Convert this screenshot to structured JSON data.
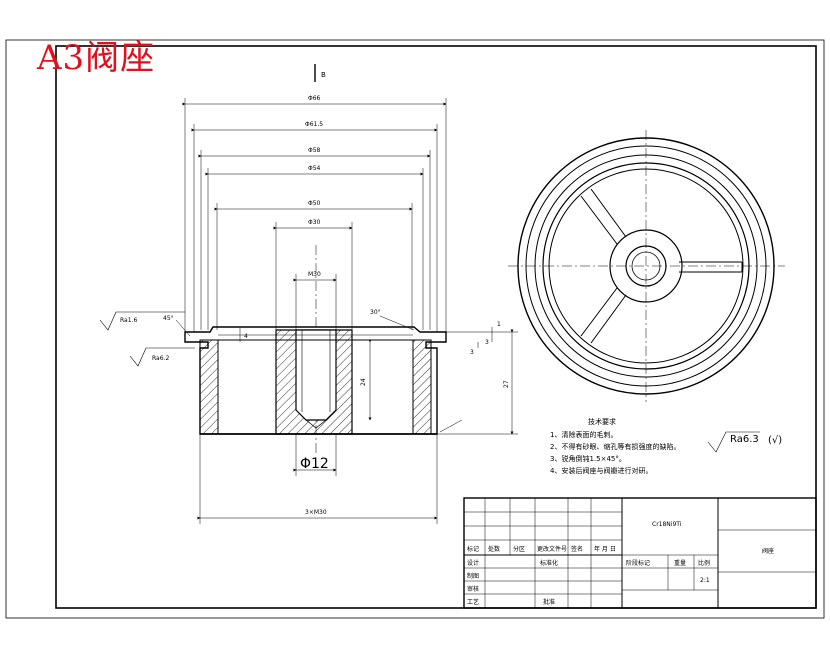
{
  "sheet_label": "A3阀座",
  "section_mark": "B",
  "dimensions": {
    "d1": "Φ66",
    "d2": "Φ61.5",
    "d3": "Φ58",
    "d4": "Φ54",
    "d5": "Φ50",
    "d6": "Φ30",
    "d7": "M30",
    "bore": "Φ12",
    "height_24": "24",
    "height_27": "27",
    "step_1": "1",
    "step_3a": "3",
    "step_3b": "3",
    "small_4": "4",
    "angle_45": "45°",
    "angle_30": "30°",
    "bottom": "3×M30"
  },
  "roughness": {
    "r1": "Ra1.6",
    "r2": "Ra6.2",
    "general": "Ra6.3",
    "general_suffix": "(√)"
  },
  "tech_requirements": {
    "title": "技术要求",
    "items": [
      "1、清除表面的毛刺。",
      "2、不得有砂眼、缩孔等有损强度的缺陷。",
      "3、锐角倒钝1.5×45°。",
      "4、安装后阀座与阀瓣进行对研。"
    ]
  },
  "title_block": {
    "material": "Cr18Ni9Ti",
    "part_name": "阀座",
    "scale_value": "2:1",
    "headers": [
      "标记",
      "处数",
      "分区",
      "更改文件号",
      "签名",
      "年 月 日"
    ],
    "rows": [
      "设计",
      "制图",
      "审核",
      "工艺"
    ],
    "standardization": "标准化",
    "approval": "批准",
    "stage_mark": "阶段标记",
    "weight": "重量",
    "scale": "比例"
  }
}
